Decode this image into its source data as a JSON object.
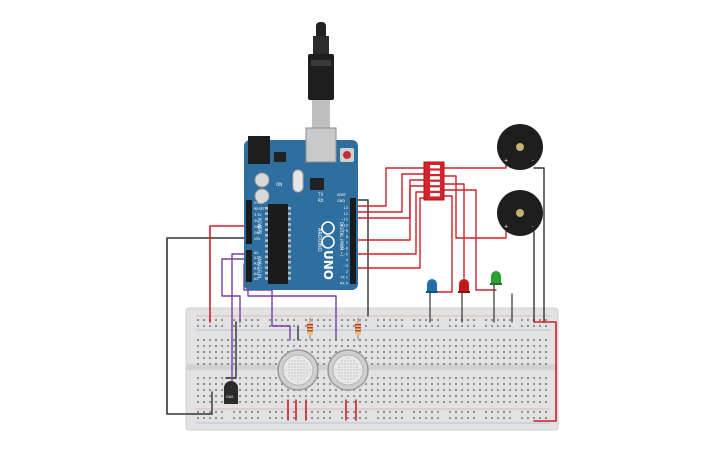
{
  "board": {
    "brand_vertical": "ARDUINO",
    "model_label": "UNO",
    "digital_label": "DIGITAL (PWM ~)",
    "analog_label": "ANALOG IN",
    "power_label": "POWER",
    "tx_label": "TX",
    "rx_label": "RX",
    "on_label": "ON",
    "aref_label": "AREF",
    "gnd_label": "GND",
    "pin_labels_digital": [
      "13",
      "12",
      "~11",
      "~10",
      "~9",
      "8",
      "7",
      "~6",
      "~5",
      "4",
      "~3",
      "2",
      "TX 1",
      "RX 0"
    ],
    "pin_labels_power": [
      "IOREF",
      "RESET",
      "3.3V",
      "5V",
      "GND",
      "GND",
      "VIN"
    ],
    "pin_labels_analog": [
      "A0",
      "A1",
      "A2",
      "A3",
      "A4",
      "A5"
    ]
  },
  "sensor": {
    "label": "GAS"
  },
  "colors": {
    "board_blue": "#2f6f9f",
    "board_blue_dark": "#235a83",
    "wire_red": "#d22027",
    "wire_black": "#333333",
    "wire_purple": "#7a3ea1",
    "breadboard": "#e2e2e2",
    "led_blue": "#1f6fa8",
    "led_red": "#c21a1a",
    "led_green": "#2e9e2e",
    "dip_switch": "#d8222b"
  },
  "icons": {
    "usb_cable": "usb-cable-icon",
    "buzzer": "piezo-buzzer-icon",
    "gas_sensor": "gas-sensor-icon",
    "dip_switch": "dip-switch-icon",
    "resistor": "resistor-icon",
    "led": "led-icon"
  }
}
